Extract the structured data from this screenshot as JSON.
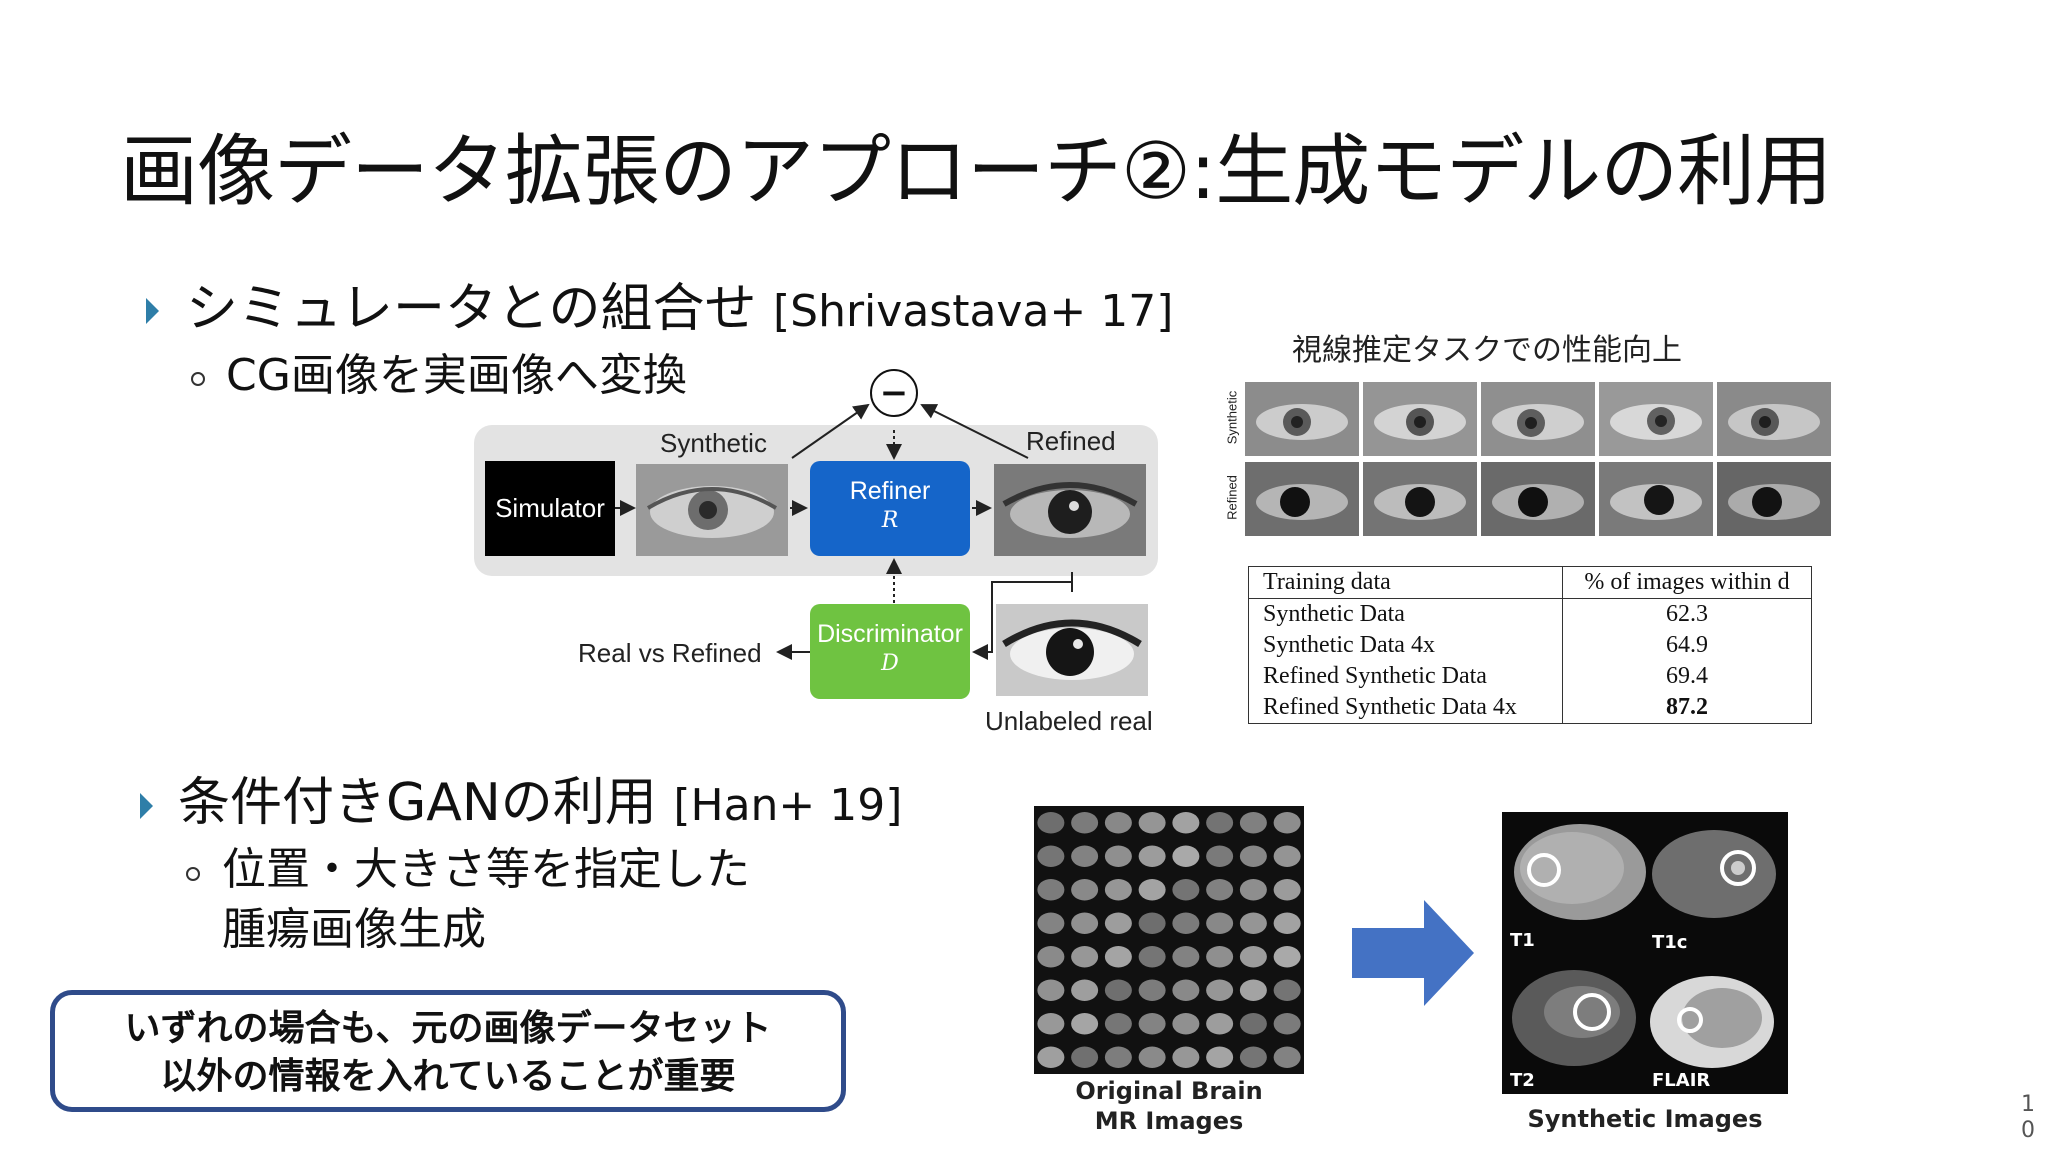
{
  "slide": {
    "title": "画像データ拡張のアプローチ②:生成モデルの利用",
    "page_number_line1": "1",
    "page_number_line2": "0"
  },
  "section1": {
    "bullet": "シミュレータとの組合せ",
    "ref": "[Shrivastava+ 17]",
    "sub": "CG画像を実画像へ変換"
  },
  "diagram": {
    "synthetic": "Synthetic",
    "refined": "Refined",
    "simulator": "Simulator",
    "refiner": "Refiner",
    "refiner_sym": "R",
    "discriminator": "Discriminator",
    "discriminator_sym": "D",
    "real_vs_refined": "Real vs Refined",
    "unlabeled_real": "Unlabeled real",
    "minus": "−"
  },
  "gaze": {
    "heading": "視線推定タスクでの性能向上",
    "row_labels": [
      "Synthetic",
      "Refined"
    ],
    "table": {
      "headers": [
        "Training data",
        "% of images within d"
      ],
      "rows": [
        [
          "Synthetic Data",
          "62.3"
        ],
        [
          "Synthetic Data 4x",
          "64.9"
        ],
        [
          "Refined Synthetic Data",
          "69.4"
        ],
        [
          "Refined Synthetic Data 4x",
          "87.2"
        ]
      ]
    }
  },
  "section2": {
    "bullet": "条件付きGANの利用",
    "ref": "[Han+ 19]",
    "sub_line1": "位置・大きさ等を指定した",
    "sub_line2": "腫瘍画像生成"
  },
  "brain": {
    "original_caption_line1": "Original Brain",
    "original_caption_line2": "MR Images",
    "synthetic_caption": "Synthetic Images",
    "modalities": [
      "T1",
      "T1c",
      "T2",
      "FLAIR"
    ]
  },
  "callout": {
    "line1": "いずれの場合も、元の画像データセット",
    "line2": "以外の情報を入れていることが重要"
  },
  "colors": {
    "bullet_accent": "#2e7ea8",
    "refiner_blue": "#1565c9",
    "discriminator_green": "#6fc341",
    "callout_border": "#2f4b8a",
    "arrow_blue": "#4472c4"
  }
}
